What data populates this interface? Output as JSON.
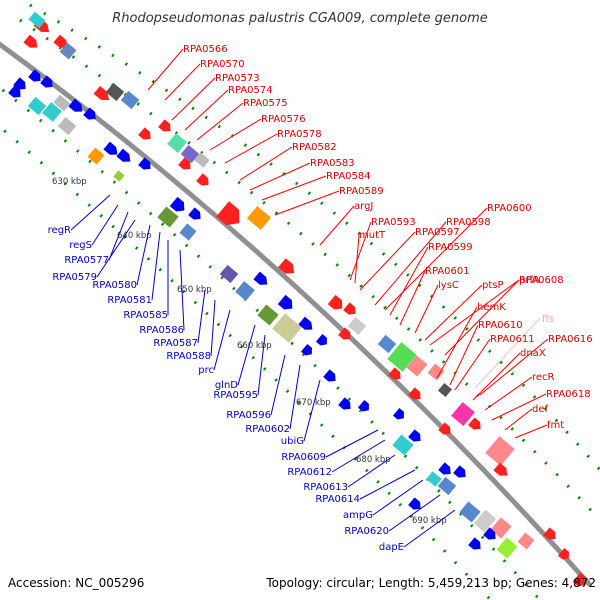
{
  "title": "Rhodopseudomonas palustris CGA009, complete genome",
  "footer": {
    "accession": "Accession: NC_005296",
    "topology": "Topology: circular; Length: 5,459,213 bp; Genes: 4,872"
  },
  "ticks": [
    "630 kbp",
    "640 kbp",
    "650 kbp",
    "660 kbp",
    "670 kbp",
    "680 kbp",
    "690 kbp"
  ],
  "labels_red": [
    "RPA0566",
    "RPA0570",
    "RPA0573",
    "RPA0574",
    "RPA0575",
    "RPA0576",
    "RPA0578",
    "RPA0582",
    "RPA0583",
    "RPA0584",
    "RPA0589",
    "argJ",
    "RPA0593",
    "mutT",
    "RPA0597",
    "RPA0598",
    "RPA0600",
    "RPA0599",
    "RPA0601",
    "lysC",
    "ptsP",
    "prfA",
    "RPA0608",
    "hemK",
    "RPA0610",
    "RPA0611",
    "RPA0616",
    "dnaX",
    "recR",
    "RPA0618",
    "def",
    "fmt"
  ],
  "labels_pink": [
    "ffs"
  ],
  "labels_blue": [
    "regR",
    "regS",
    "RPA0577",
    "RPA0579",
    "RPA0580",
    "RPA0581",
    "RPA0585",
    "RPA0586",
    "RPA0587",
    "RPA0588",
    "prc",
    "glnD",
    "RPA0595",
    "RPA0596",
    "RPA0602",
    "ubiG",
    "RPA0609",
    "RPA0612",
    "RPA0613",
    "RPA0614",
    "ampG",
    "RPA0620",
    "dapE"
  ],
  "colors": {
    "forward": "#ff0000",
    "reverse": "#0000ff",
    "backbone": "#888888",
    "dots": "#008800"
  }
}
